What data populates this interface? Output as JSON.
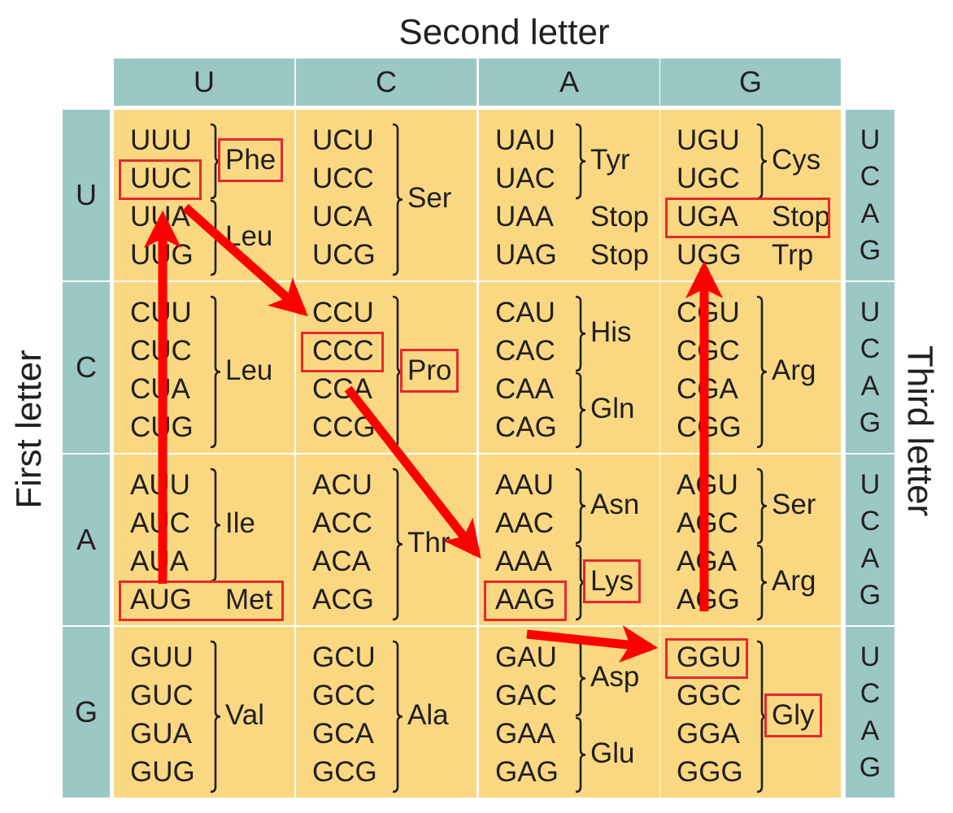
{
  "titles": {
    "second": "Second letter",
    "first": "First letter",
    "third": "Third letter"
  },
  "second_letters": [
    "U",
    "C",
    "A",
    "G"
  ],
  "first_letters": [
    "U",
    "C",
    "A",
    "G"
  ],
  "third_letters": [
    "U",
    "C",
    "A",
    "G"
  ],
  "blocks": [
    [
      {
        "codons": [
          "UUU",
          "UUC",
          "UUA",
          "UUG"
        ],
        "groups": [
          {
            "from": 0,
            "to": 1,
            "label": "Phe"
          },
          {
            "from": 2,
            "to": 3,
            "label": "Leu"
          }
        ]
      },
      {
        "codons": [
          "UCU",
          "UCC",
          "UCA",
          "UCG"
        ],
        "groups": [
          {
            "from": 0,
            "to": 3,
            "label": "Ser"
          }
        ]
      },
      {
        "codons": [
          "UAU",
          "UAC",
          "UAA",
          "UAG"
        ],
        "groups": [
          {
            "from": 0,
            "to": 1,
            "label": "Tyr"
          }
        ],
        "singles": [
          {
            "row": 2,
            "label": "Stop"
          },
          {
            "row": 3,
            "label": "Stop"
          }
        ]
      },
      {
        "codons": [
          "UGU",
          "UGC",
          "UGA",
          "UGG"
        ],
        "groups": [
          {
            "from": 0,
            "to": 1,
            "label": "Cys"
          }
        ],
        "singles": [
          {
            "row": 2,
            "label": "Stop"
          },
          {
            "row": 3,
            "label": "Trp"
          }
        ]
      }
    ],
    [
      {
        "codons": [
          "CUU",
          "CUC",
          "CUA",
          "CUG"
        ],
        "groups": [
          {
            "from": 0,
            "to": 3,
            "label": "Leu"
          }
        ]
      },
      {
        "codons": [
          "CCU",
          "CCC",
          "CCA",
          "CCG"
        ],
        "groups": [
          {
            "from": 0,
            "to": 3,
            "label": "Pro"
          }
        ]
      },
      {
        "codons": [
          "CAU",
          "CAC",
          "CAA",
          "CAG"
        ],
        "groups": [
          {
            "from": 0,
            "to": 1,
            "label": "His"
          },
          {
            "from": 2,
            "to": 3,
            "label": "Gln"
          }
        ]
      },
      {
        "codons": [
          "CGU",
          "CGC",
          "CGA",
          "CGG"
        ],
        "groups": [
          {
            "from": 0,
            "to": 3,
            "label": "Arg"
          }
        ]
      }
    ],
    [
      {
        "codons": [
          "AUU",
          "AUC",
          "AUA",
          "AUG"
        ],
        "groups": [
          {
            "from": 0,
            "to": 2,
            "label": "Ile"
          }
        ],
        "singles": [
          {
            "row": 3,
            "label": "Met"
          }
        ]
      },
      {
        "codons": [
          "ACU",
          "ACC",
          "ACA",
          "ACG"
        ],
        "groups": [
          {
            "from": 0,
            "to": 3,
            "label": "Thr"
          }
        ]
      },
      {
        "codons": [
          "AAU",
          "AAC",
          "AAA",
          "AAG"
        ],
        "groups": [
          {
            "from": 0,
            "to": 1,
            "label": "Asn"
          },
          {
            "from": 2,
            "to": 3,
            "label": "Lys"
          }
        ]
      },
      {
        "codons": [
          "AGU",
          "AGC",
          "AGA",
          "AGG"
        ],
        "groups": [
          {
            "from": 0,
            "to": 1,
            "label": "Ser"
          },
          {
            "from": 2,
            "to": 3,
            "label": "Arg"
          }
        ]
      }
    ],
    [
      {
        "codons": [
          "GUU",
          "GUC",
          "GUA",
          "GUG"
        ],
        "groups": [
          {
            "from": 0,
            "to": 3,
            "label": "Val"
          }
        ]
      },
      {
        "codons": [
          "GCU",
          "GCC",
          "GCA",
          "GCG"
        ],
        "groups": [
          {
            "from": 0,
            "to": 3,
            "label": "Ala"
          }
        ]
      },
      {
        "codons": [
          "GAU",
          "GAC",
          "GAA",
          "GAG"
        ],
        "groups": [
          {
            "from": 0,
            "to": 1,
            "label": "Asp"
          },
          {
            "from": 2,
            "to": 3,
            "label": "Glu"
          }
        ]
      },
      {
        "codons": [
          "GGU",
          "GGC",
          "GGA",
          "GGG"
        ],
        "groups": [
          {
            "from": 0,
            "to": 3,
            "label": "Gly"
          }
        ]
      }
    ]
  ],
  "highlights": {
    "codons": [
      "UUC",
      "CCC",
      "AAG",
      "GGU",
      "UGA"
    ],
    "amino_acids": [
      "Phe",
      "Pro",
      "Lys",
      "Gly"
    ],
    "full_rows": [
      "AUG",
      "UGA"
    ]
  },
  "arrow_path": [
    "AUG",
    "UUC",
    "CCC",
    "AAG",
    "GGU",
    "UGA"
  ],
  "colors": {
    "codon_cell": "#fad882",
    "header": "#9bc8c5",
    "highlight": "#e8282b",
    "arrow": "#ff0000",
    "text": "#231f20"
  }
}
